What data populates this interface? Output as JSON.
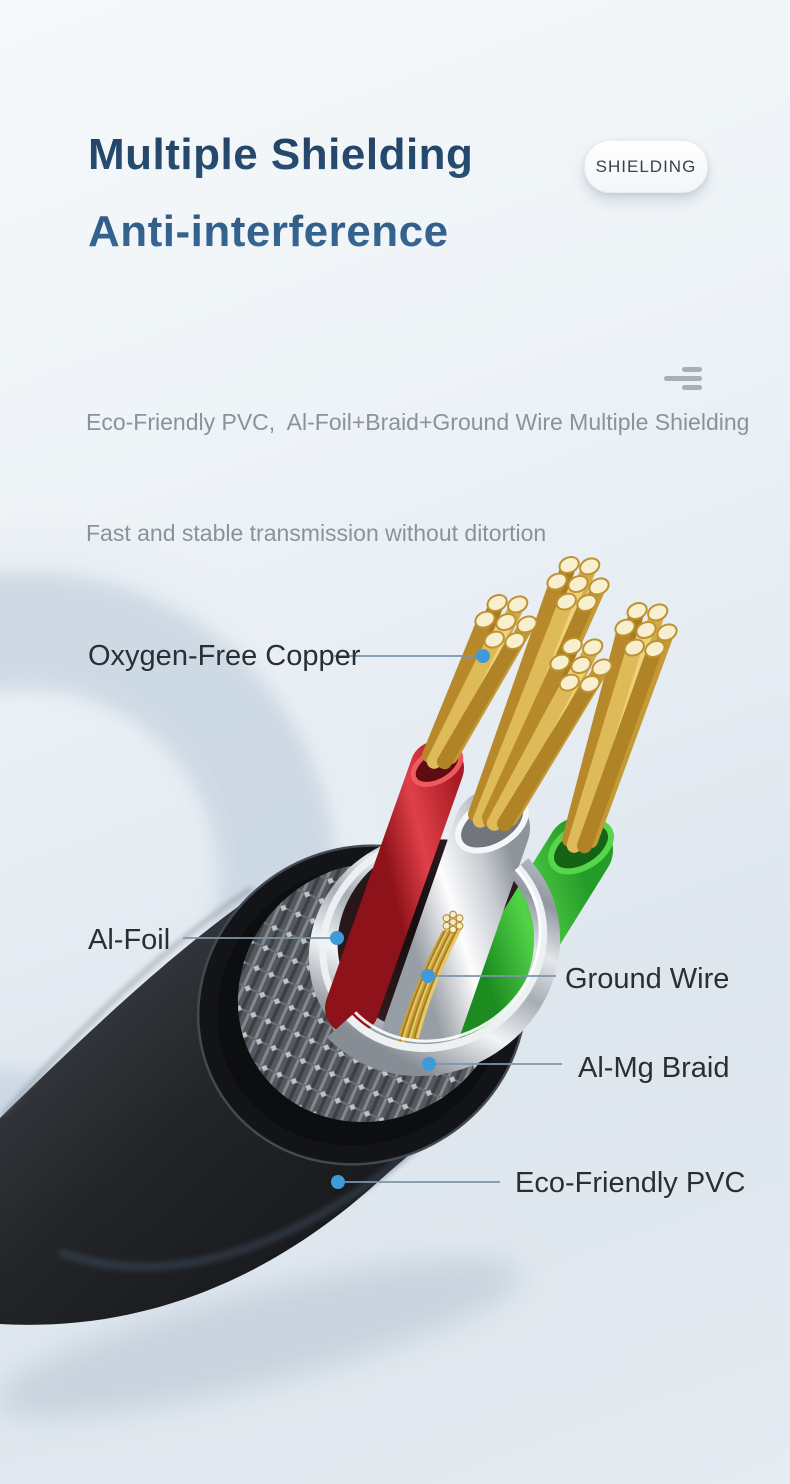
{
  "header": {
    "title_line1": "Multiple Shielding",
    "title_line2": "Anti-interference",
    "badge_label": "SHIELDING"
  },
  "description": {
    "line1": "Eco-Friendly PVC,  Al-Foil+Braid+Ground Wire Multiple Shielding",
    "line2": "Fast and stable transmission without ditortion"
  },
  "callouts": {
    "copper": {
      "label": "Oxygen-Free Copper"
    },
    "foil": {
      "label": "Al-Foil"
    },
    "ground": {
      "label": "Ground Wire"
    },
    "braid": {
      "label": "Al-Mg Braid"
    },
    "pvc": {
      "label": "Eco-Friendly PVC"
    }
  },
  "icons": {
    "menu_icon": "align-right-lines-icon",
    "callout_dot": "blue-dot"
  },
  "colors": {
    "accent_dot": "#3f9ad9",
    "callout_line": "#7c96aa",
    "title": "#24496d",
    "label_text": "#2a2f34",
    "subtitle_text": "#8b9299",
    "badge_text": "#3c4147",
    "wire_red": "#cf2b34",
    "wire_green": "#3cc03a",
    "wire_white": "#e9ebee",
    "copper_gold": "#d4ac47",
    "foil_silver": "#e8ecef",
    "braid_gray": "#5a5e63",
    "pvc_black": "#1c1e21",
    "background": "#e7edf3"
  }
}
